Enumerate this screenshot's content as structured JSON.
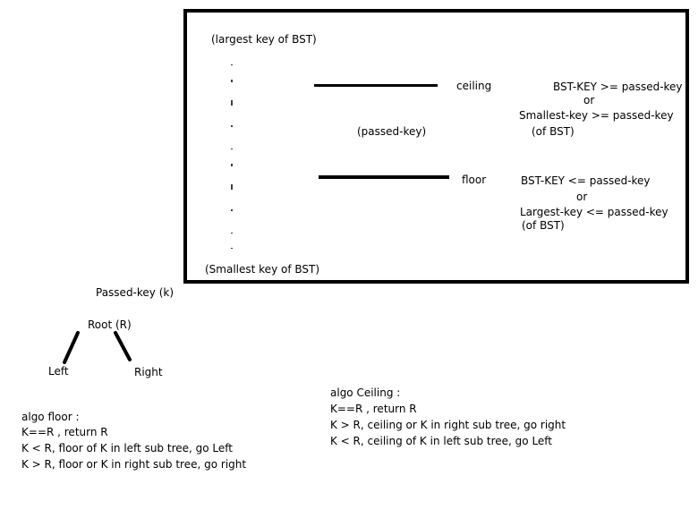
{
  "colors": {
    "ink": "#000000",
    "background": "#ffffff"
  },
  "diagram": {
    "top_label": "(largest key of BST)",
    "bottom_label": "(Smallest key of BST)",
    "middle_label": "(passed-key)",
    "ceiling": {
      "label": "ceiling",
      "cond1": "BST-KEY >= passed-key",
      "or": "or",
      "cond2": "Smallest-key >= passed-key",
      "cond2_note": "(of BST)"
    },
    "floor": {
      "label": "floor",
      "cond1": "BST-KEY <= passed-key",
      "or": "or",
      "cond2": "Largest-key <= passed-key",
      "cond2_note": "(of BST)"
    }
  },
  "tree": {
    "passed_key": "Passed-key (k)",
    "root": "Root  (R)",
    "left": "Left",
    "right": "Right"
  },
  "algo_floor": {
    "title": "algo floor :",
    "lines": [
      "K==R , return R",
      "K < R, floor of K in left sub tree, go Left",
      "K > R, floor or K in right sub tree, go right"
    ]
  },
  "algo_ceiling": {
    "title": "algo Ceiling :",
    "lines": [
      "K==R , return R",
      "K > R, ceiling or K in right sub tree, go right",
      "K < R, ceiling of K in left sub tree, go Left"
    ]
  }
}
